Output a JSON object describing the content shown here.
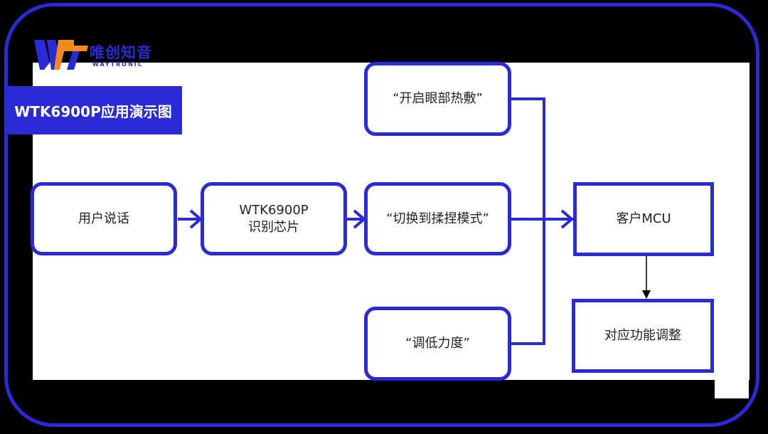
{
  "brand": {
    "name": "唯创知音",
    "sub": "WAYTRONIC",
    "accent": "#2a2ad6",
    "orange": "#f08a1c"
  },
  "title": "WTK6900P应用演示图",
  "nodes": {
    "user_speak": "用户说话",
    "chip": "WTK6900P\n识别芯片",
    "cmd_hot": "“开启眼部热敷”",
    "cmd_switch": "“切换到揉捏模式”",
    "cmd_low": "“调低力度”",
    "mcu": "客户MCU",
    "adjust": "对应功能调整"
  }
}
